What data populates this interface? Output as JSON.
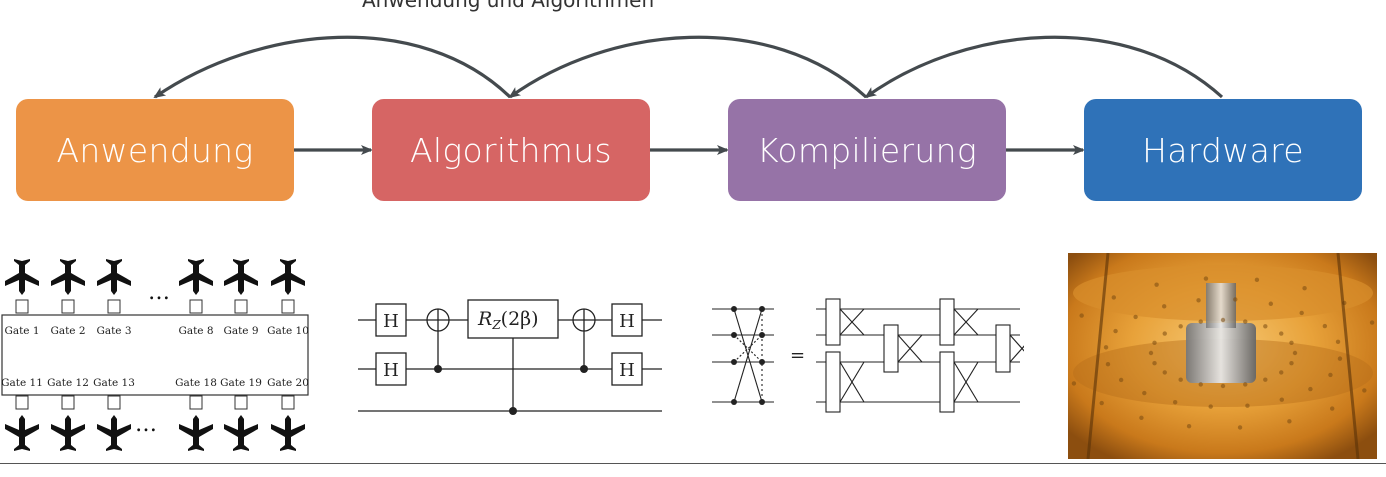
{
  "pipeline": {
    "stages": [
      {
        "label": "Anwendung",
        "color": "#EC9447"
      },
      {
        "label": "Algorithmus",
        "color": "#D66564"
      },
      {
        "label": "Kompilierung",
        "color": "#9673A7"
      },
      {
        "label": "Hardware",
        "color": "#2F72B8"
      }
    ],
    "arrow_color": "#444a4e"
  },
  "application": {
    "top_gates": [
      "Gate 1",
      "Gate 2",
      "Gate 3",
      "Gate 8",
      "Gate 9",
      "Gate 10"
    ],
    "bottom_gates": [
      "Gate 11",
      "Gate 12",
      "Gate 13",
      "Gate 18",
      "Gate 19",
      "Gate 20"
    ],
    "ellipsis": "…",
    "icon": "airplane-icon"
  },
  "circuit": {
    "h_label": "H",
    "rz_label": "R",
    "rz_sub": "Z",
    "rz_arg": "(2β)"
  },
  "compilation": {
    "equals": "="
  },
  "hardware_photo": {
    "icon": "cryostat-photo",
    "colors": [
      "#E8A23A",
      "#C9791B",
      "#F6C873",
      "#8C4E0F"
    ]
  }
}
